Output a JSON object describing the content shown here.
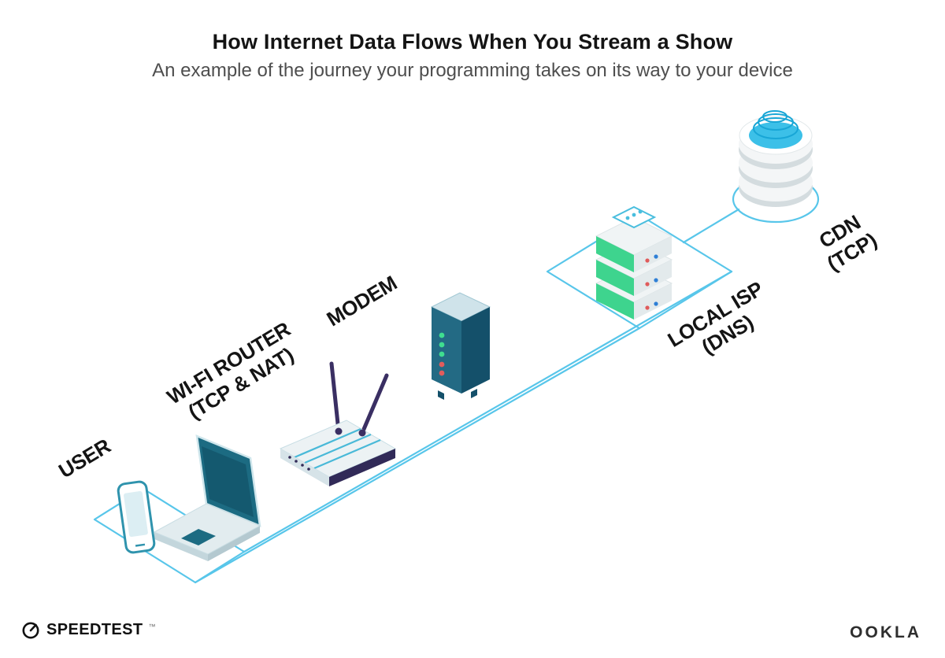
{
  "header": {
    "title": "How Internet Data Flows When You Stream a Show",
    "subtitle": "An example of the journey your programming takes on its way to your device"
  },
  "diagram": {
    "description": "Isometric illustration of streaming data path from user device to CDN",
    "nodes": [
      {
        "id": "user",
        "label": "USER",
        "sublabel": ""
      },
      {
        "id": "wifi-router",
        "label": "WI-FI ROUTER",
        "sublabel": "(TCP & NAT)"
      },
      {
        "id": "modem",
        "label": "MODEM",
        "sublabel": ""
      },
      {
        "id": "local-isp",
        "label": "LOCAL ISP",
        "sublabel": "(DNS)"
      },
      {
        "id": "cdn",
        "label": "CDN",
        "sublabel": "(TCP)"
      }
    ],
    "flow_order": [
      "user",
      "wifi-router",
      "modem",
      "local-isp",
      "cdn"
    ],
    "colors": {
      "connection_line": "#58c6ea",
      "label_text": "#141414",
      "device_teal": "#1c6b82",
      "server_green": "#3ed48e",
      "led_green": "#3fdd90",
      "led_red": "#e25c5c",
      "antenna_navy": "#3a2f63",
      "cdn_pool_cyan": "#3cc0e8"
    }
  },
  "footer": {
    "speedtest_label": "SPEEDTEST",
    "speedtest_mark": "™",
    "ookla_label": "OOKLA"
  }
}
